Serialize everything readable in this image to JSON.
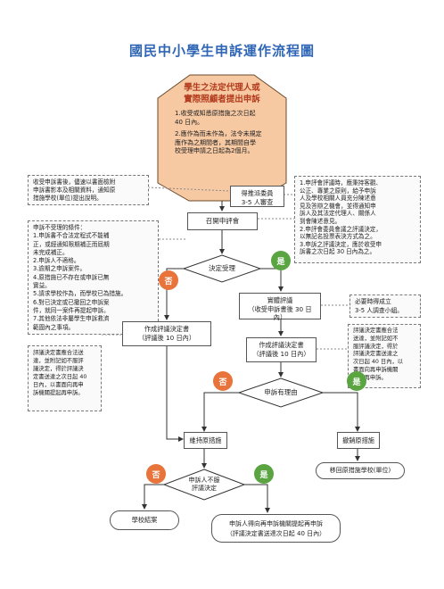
{
  "title": "國民中小學生申訴運作流程圖",
  "top": {
    "heading": "學生之法定代理人或\n實際照顧者提出申訴",
    "items": [
      "1.收受或知悉原措施之次日起\n  40 日內。",
      "2.應作為而未作為，法令未規定\n  應作為之期間者，其期間自學\n  校受理申請之日起為2個月。"
    ]
  },
  "notes": {
    "receive": "收受申訴書後，儘速以書面檢附\n申訴書影本及相關資料，通知原\n措施學校(單位)提出說明。",
    "committee_members": "得推派委員\n3-5 人審查",
    "meeting_rules": "1.申評會評議時，應秉持客觀、\n  公正、專業之原則，給予申訴\n  人及學校相關人員充分陳述意\n  見及答辯之機會，並得通知申\n  訴人及其法定代理人、關係人\n  到會陳述意見。\n2.申評會委員會議之評議決定，\n  以無記名投票表決方式為之。\n3.申訴之評議決定，應於收受申\n  訴書之次日起 30 日內為之。",
    "rejection_conditions": "申訴不受理的條件：\n1.申訴書不合法定程式不能補\n  正，或經通知限期補正而屆期\n  未完成補正。\n2.申訴人不適格。\n3.逾期之申訴案件。\n4.原措施已不存在或申訴已無\n  實益。\n5.請求學校作為，而學校已為措施。\n6.對已決定或已撤回之申訴案\n  件，就同一案件再提起申訴。\n7.其他依法非屬學生申訴救濟\n  範圍內之事項。",
    "group_review": "必要時得成立\n3-5 人調查小組。",
    "decision_notice_right": "評議決定書應合法\n送達，並附記如不\n服評議決定，得於\n評議決定書送達之\n次日起 40 日內，以\n書面向再申訴機關\n提起再申訴。",
    "decision_notice_left": "評議決定書應合法送\n達，並附記如不服評\n議決定，得於評議決\n定書送達之次日起 40\n日內，以書面向再申\n訴機關提起再申訴。"
  },
  "nodes": {
    "convene": "召開申評會",
    "accept_decision": "決定受理",
    "substantive_review": "實體評議\n（收受申訴書後 30 日內）",
    "decision_reject": "作成評議決定書\n（評議後 10 日內）",
    "decision_substantive": "作成評議決定書\n（評議後 10 日內）",
    "justified": "申訴有理由",
    "maintain": "維持原措施",
    "revoke": "撤銷原措施",
    "return_school": "移回原措施學校(單位)",
    "dissatisfied": "申訴人不服\n評議決定",
    "close": "學校結案",
    "re_appeal": "申訴人得向再申訴機關提起再申訴\n（評議決定書送達次日起 40 日內）"
  },
  "badges": {
    "no": "否",
    "yes": "是"
  },
  "colors": {
    "title": "#2f66b5",
    "top_box": "#f6c9a3",
    "top_heading": "#b23a1c",
    "no_badge": "#e8743b",
    "yes_badge": "#5aa542"
  }
}
